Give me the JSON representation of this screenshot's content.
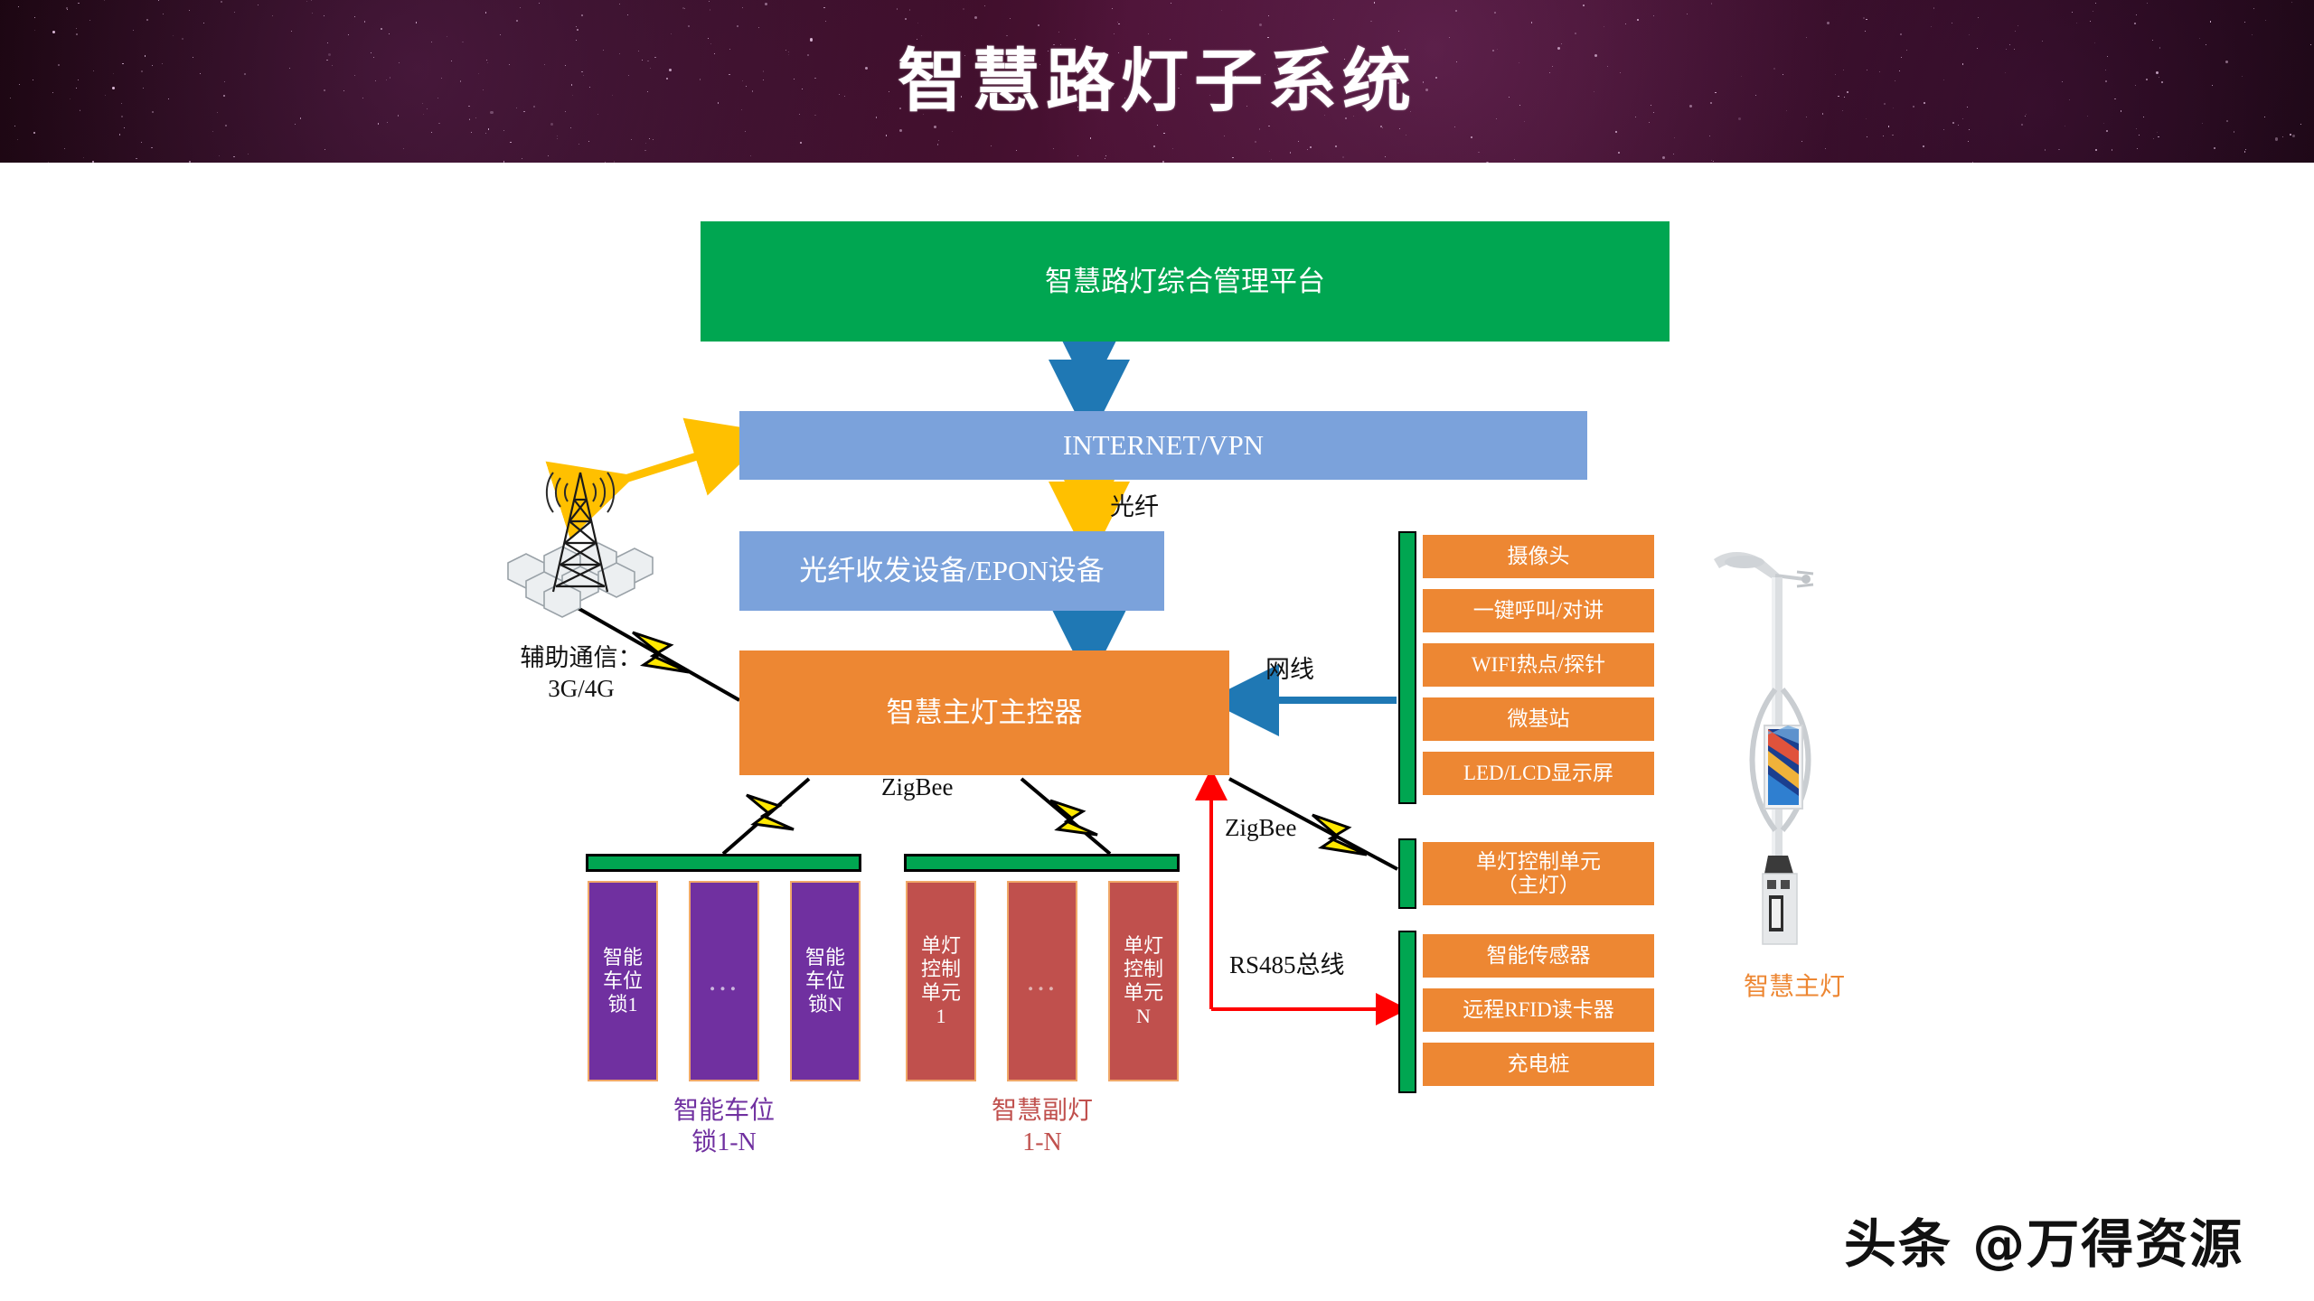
{
  "header": {
    "title": "智慧路灯子系统"
  },
  "diagram": {
    "platform": {
      "label": "智慧路灯综合管理平台"
    },
    "internet": {
      "label": "INTERNET/VPN"
    },
    "epon": {
      "label": "光纤收发设备/EPON设备"
    },
    "controller": {
      "label": "智慧主灯主控器"
    },
    "links": {
      "fiber": "光纤",
      "aux_comm": "辅助通信：\n3G/4G",
      "zigbee_center": "ZigBee",
      "zigbee_right": "ZigBee",
      "ethernet": "网线",
      "rs485": "RS485总线"
    },
    "right_stack": {
      "group1": [
        "摄像头",
        "一键呼叫/对讲",
        "WIFI热点/探针",
        "微基站",
        "LED/LCD显示屏"
      ],
      "group2": [
        "单灯控制单元\n（主灯）"
      ],
      "group3": [
        "智能传感器",
        "远程RFID读卡器",
        "充电桩"
      ]
    },
    "lamp": {
      "caption": "智慧主灯"
    },
    "group_parking": {
      "nodes": [
        "智能\n车位\n锁1",
        "…",
        "智能\n车位\n锁N"
      ],
      "caption": "智能车位\n锁1-N"
    },
    "group_sublamp": {
      "nodes": [
        "单灯\n控制\n单元\n1",
        "…",
        "单灯\n控制\n单元\nN"
      ],
      "caption": "智慧副灯\n1-N"
    }
  },
  "watermark": {
    "text": "头条 @万得资源"
  },
  "colors": {
    "green": "#00a651",
    "blue": "#7ba2db",
    "orange": "#ed8733",
    "purple": "#7030a0",
    "red": "#c0504d",
    "arrow_blue": "#1f78b4",
    "arrow_yellow": "#ffc000",
    "arrow_red": "#ff0000",
    "header_bg": "#2a0a1c"
  }
}
